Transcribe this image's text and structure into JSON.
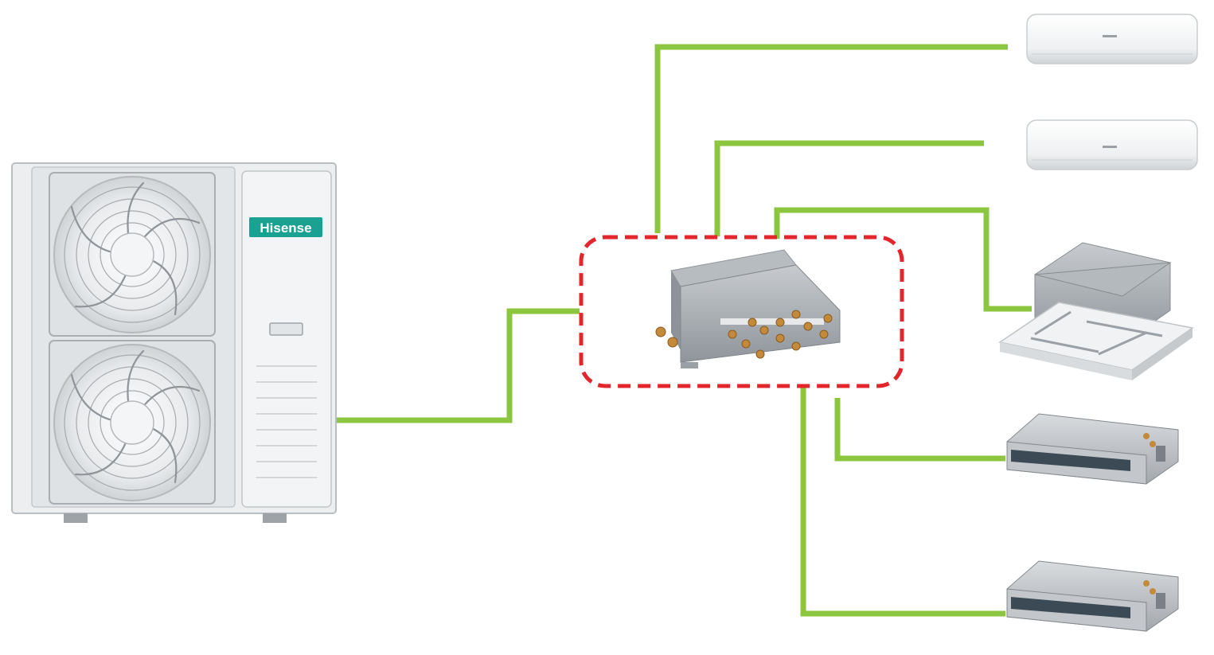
{
  "outdoor_unit": {
    "brand_label": "Hisense"
  },
  "colors": {
    "background": "#ffffff",
    "pipe": "#8cc63f",
    "branch_box_outline": "#e3262c",
    "brand_badge": "#1ba192",
    "unit_body": "#e8e9ea",
    "metal": "#9aa0a6"
  },
  "indoor_units": [
    {
      "type": "wall-mounted split"
    },
    {
      "type": "wall-mounted split"
    },
    {
      "type": "ceiling cassette"
    },
    {
      "type": "ducted"
    },
    {
      "type": "ducted"
    }
  ],
  "branch_box": {
    "outline_style": "dashed"
  }
}
